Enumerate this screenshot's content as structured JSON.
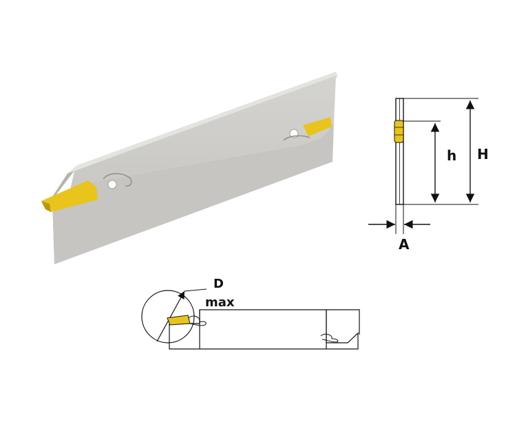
{
  "labels": {
    "height_H": "H",
    "height_h": "h",
    "width_A": "A",
    "diameter_D": "D",
    "diameter_max": "max"
  },
  "colors": {
    "blade_face": "#c9c8c5",
    "blade_edge": "#b9b8b4",
    "insert": "#e6c21a",
    "insert_dark": "#b8980e",
    "line": "#111111"
  },
  "icons": {
    "blade": "parting-blade-3d",
    "side_view": "blade-side-view",
    "top_view": "blade-top-view"
  }
}
